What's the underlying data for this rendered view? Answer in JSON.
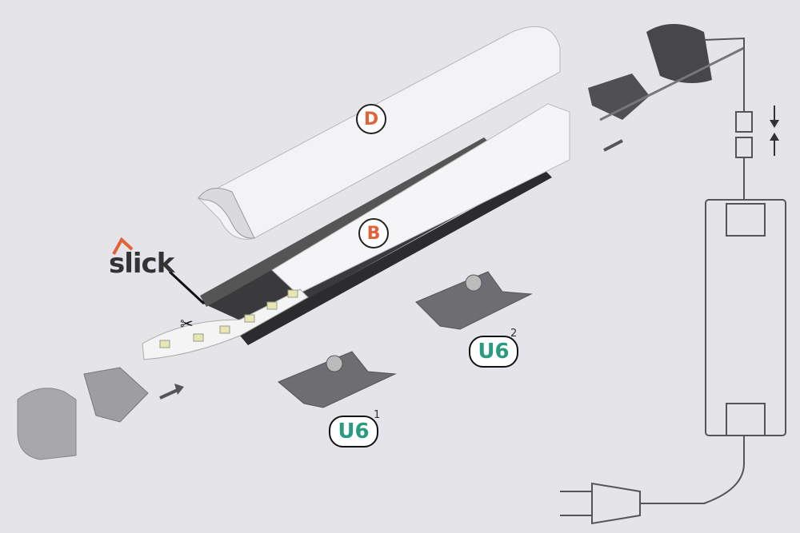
{
  "labels": {
    "diffuser_round": "D",
    "diffuser_flat": "B",
    "clip_1": "U6",
    "clip_1_index": "1",
    "clip_2": "U6",
    "clip_2_index": "2"
  },
  "logo": "slick",
  "colors": {
    "background": "#e4e4e9",
    "label_orange": "#e2623a",
    "label_teal": "#2a9a80",
    "profile_dark": "#3a3a3c",
    "diffuser": "#f4f4f6"
  }
}
